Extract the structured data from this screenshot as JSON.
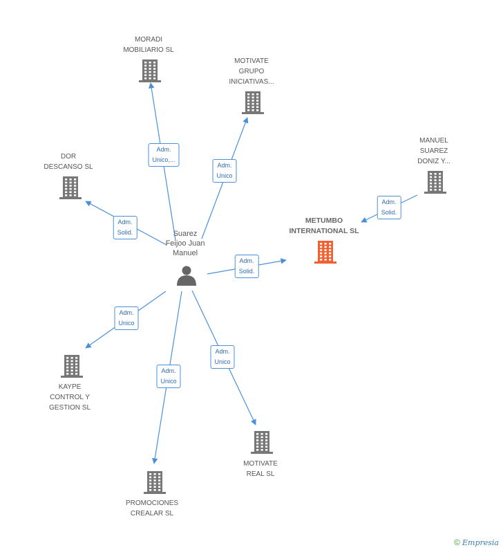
{
  "person": {
    "label": "Suarez\nFeijoo Juan\nManuel"
  },
  "companies": [
    {
      "id": "moradi",
      "label": "MORADI\nMOBILIARIO SL",
      "focus": false
    },
    {
      "id": "motivate_grupo",
      "label": "MOTIVATE\nGRUPO\nINICIATIVAS...",
      "focus": false
    },
    {
      "id": "dor",
      "label": "DOR\nDESCANSO SL",
      "focus": false
    },
    {
      "id": "manuel",
      "label": "MANUEL\nSUAREZ\nDONIZ Y...",
      "focus": false
    },
    {
      "id": "metumbo",
      "label": "METUMBO\nINTERNATIONAL SL",
      "focus": true
    },
    {
      "id": "kaype",
      "label": "KAYPE\nCONTROL Y\nGESTION SL",
      "focus": false
    },
    {
      "id": "motivate_real",
      "label": "MOTIVATE\nREAL  SL",
      "focus": false
    },
    {
      "id": "promociones",
      "label": "PROMOCIONES\nCREALAR SL",
      "focus": false
    }
  ],
  "edges": [
    {
      "from": "person",
      "to": "moradi",
      "label": "Adm.\nUnico,..."
    },
    {
      "from": "person",
      "to": "motivate_grupo",
      "label": "Adm.\nUnico"
    },
    {
      "from": "person",
      "to": "dor",
      "label": "Adm.\nSolid."
    },
    {
      "from": "manuel",
      "to": "metumbo",
      "label": "Adm.\nSolid."
    },
    {
      "from": "person",
      "to": "metumbo",
      "label": "Adm.\nSolid."
    },
    {
      "from": "person",
      "to": "kaype",
      "label": "Adm.\nUnico"
    },
    {
      "from": "person",
      "to": "promociones",
      "label": "Adm.\nUnico"
    },
    {
      "from": "person",
      "to": "motivate_real",
      "label": "Adm.\nUnico"
    }
  ],
  "colors": {
    "edge": "#4a90d9",
    "building": "#777777",
    "focus_building": "#f06030",
    "person": "#666666"
  },
  "brand": {
    "symbol": "©",
    "name": "Empresia"
  }
}
